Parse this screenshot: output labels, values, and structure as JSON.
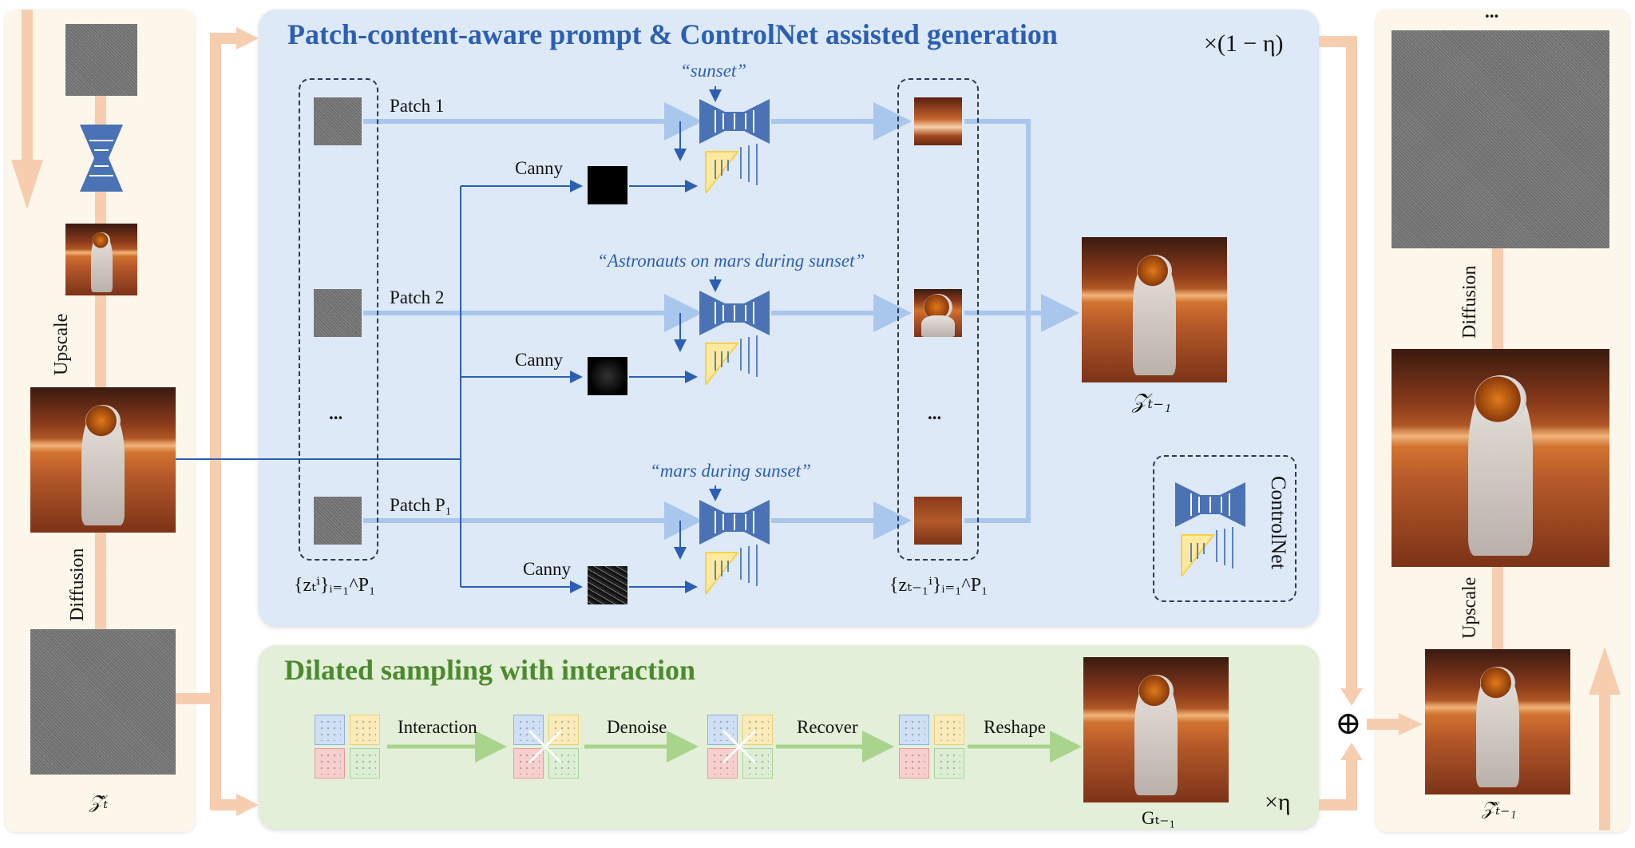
{
  "panels": {
    "top": {
      "title": "Patch-content-aware prompt & ControlNet assisted generation",
      "repeat": "×(1 − η)",
      "patch_labels": [
        "Patch 1",
        "Patch 2",
        "Patch P₁"
      ],
      "ellipsis": "...",
      "canny_label": "Canny",
      "prompts": [
        "“sunset”",
        "“Astronauts on mars during sunset”",
        "“mars during sunset”"
      ],
      "input_set_label": "{zₜⁱ}ᵢ₌₁^P₁",
      "output_set_label": "{zₜ₋₁ⁱ}ᵢ₌₁^P₁",
      "output_label": "𝒵ₜ₋₁",
      "legend_label": "ControlNet"
    },
    "bottom": {
      "title": "Dilated sampling with interaction",
      "repeat": "×η",
      "steps": [
        "Interaction",
        "Denoise",
        "Recover",
        "Reshape"
      ],
      "output_label": "Gₜ₋₁"
    },
    "left": {
      "upscale_label": "Upscale",
      "diffusion_label": "Diffusion",
      "input_label": "𝒵̂ₜ"
    },
    "right": {
      "ellipsis": "...",
      "diffusion_label": "Diffusion",
      "upscale_label": "Upscale",
      "output_label": "𝒵̂ₜ₋₁"
    },
    "merge_symbol": "⊕"
  },
  "colors": {
    "blue_title": "#2c5fb3",
    "green_title": "#4b8a2d",
    "flow_arrow": "#f7cdb0",
    "blue_arrow": "#a9c6ec",
    "green_arrow": "#a8d48c",
    "unet": "#4a72b5",
    "controlnet": "#f5d24a"
  }
}
